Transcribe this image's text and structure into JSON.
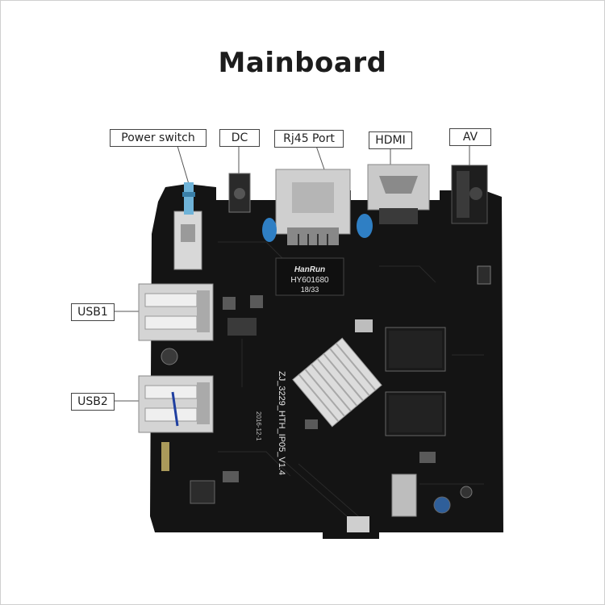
{
  "title": "Mainboard",
  "labels": {
    "power_switch": "Power switch",
    "dc": "DC",
    "rj45": "Rj45 Port",
    "hdmi": "HDMI",
    "av": "AV",
    "usb1": "USB1",
    "usb2": "USB2"
  },
  "board_text": {
    "model": "ZJ_3229_HTH_IP05_V1.4",
    "date": "2016-12-1",
    "transformer_brand": "HanRun",
    "transformer_part": "HY601680",
    "transformer_code": "18/33"
  },
  "colors": {
    "pcb": "#141414",
    "heatsink": "#dcdcdc",
    "capacitor": "#2f7fc4",
    "label_border": "#444444"
  }
}
